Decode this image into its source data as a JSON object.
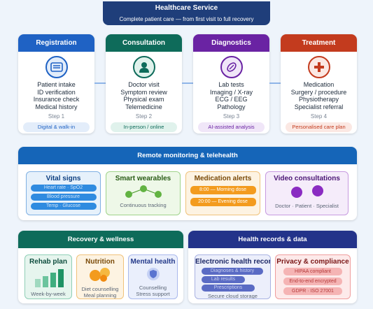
{
  "header": {
    "title": "Healthcare Service",
    "subtitle": "Complete patient care — from first visit to full recovery"
  },
  "steps": [
    {
      "title": "Registration",
      "items": [
        "Patient intake",
        "ID verification",
        "Insurance check",
        "Medical history"
      ],
      "step": "Step 1",
      "tag": "Digital & walk-in",
      "icon": "id-card-icon",
      "color": "#1f62c4",
      "tint": "#e3edfa"
    },
    {
      "title": "Consultation",
      "items": [
        "Doctor visit",
        "Symptom review",
        "Physical exam",
        "Telemedicine"
      ],
      "step": "Step 2",
      "tag": "In-person / online",
      "icon": "doctor-icon",
      "color": "#0e6b5a",
      "tint": "#e0f2ec"
    },
    {
      "title": "Diagnostics",
      "items": [
        "Lab tests",
        "Imaging / X-ray",
        "ECG / EEG",
        "Pathology"
      ],
      "step": "Step 3",
      "tag": "AI-assisted analysis",
      "icon": "pill-icon",
      "color": "#6a23a3",
      "tint": "#f0e6f8"
    },
    {
      "title": "Treatment",
      "items": [
        "Medication",
        "Surgery / procedure",
        "Physiotherapy",
        "Specialist referral"
      ],
      "step": "Step 4",
      "tag": "Personalised care plan",
      "icon": "medical-cross-icon",
      "color": "#c33b1e",
      "tint": "#fbe8e3"
    }
  ],
  "remote": {
    "title": "Remote monitoring & telehealth",
    "cards": [
      {
        "title": "Vital signs",
        "lines": [
          "Heart rate · SpO2",
          "Blood pressure",
          "Temp · Glucose"
        ]
      },
      {
        "title": "Smart wearables",
        "caption": "Continuous tracking"
      },
      {
        "title": "Medication alerts",
        "lines": [
          "8:00 — Morning dose",
          "20:00 — Evening dose"
        ]
      },
      {
        "title": "Video consultations",
        "caption": "Doctor · Patient · Specialist"
      }
    ]
  },
  "recovery": {
    "title": "Recovery & wellness",
    "cards": [
      {
        "title": "Rehab plan",
        "caption": "Week-by-week"
      },
      {
        "title": "Nutrition",
        "caption1": "Diet counselling",
        "caption2": "Meal planning"
      },
      {
        "title": "Mental health",
        "caption1": "Counselling",
        "caption2": "Stress support"
      }
    ]
  },
  "records": {
    "title": "Health records & data",
    "cards": [
      {
        "title": "Electronic health record",
        "lines": [
          "Diagnoses & history",
          "Lab results",
          "Prescriptions"
        ],
        "caption": "Secure cloud storage"
      },
      {
        "title": "Privacy & compliance",
        "lines": [
          "HIPAA compliant",
          "End-to-end encrypted",
          "GDPR · ISO 27001"
        ]
      }
    ]
  }
}
